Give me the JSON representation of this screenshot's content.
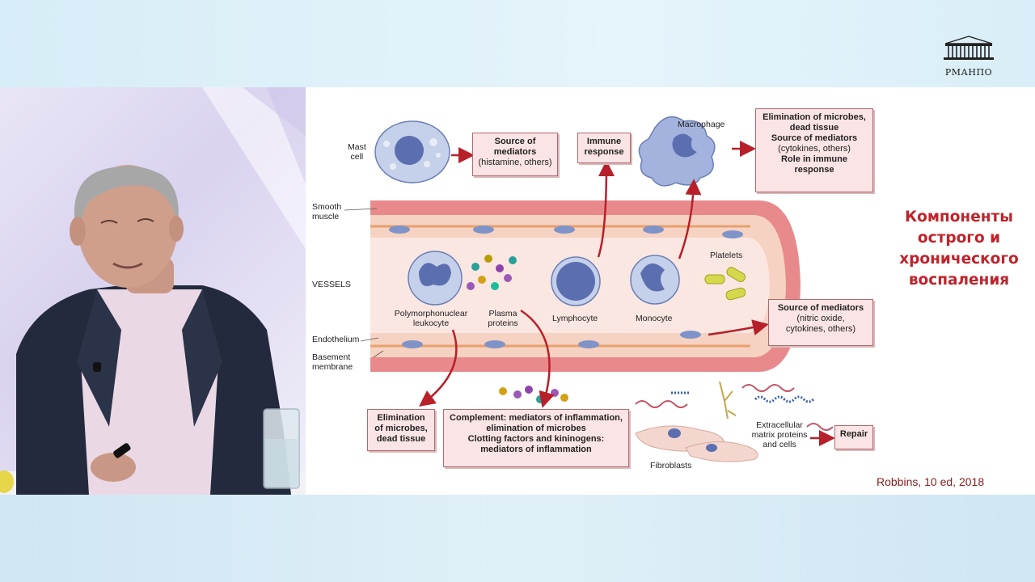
{
  "logo": {
    "text": "РМАНПО"
  },
  "slide": {
    "title_lines": [
      "Компоненты",
      "острого и",
      "хронического",
      "воспаления"
    ],
    "citation": "Robbins, 10 ed, 2018",
    "diagram": {
      "labels": {
        "mast_cell": [
          "Mast",
          "cell"
        ],
        "smooth_muscle": [
          "Smooth",
          "muscle"
        ],
        "vessels": "VESSELS",
        "endothelium": "Endothelium",
        "basement_membrane": [
          "Basement",
          "membrane"
        ],
        "macrophage": "Macrophage",
        "platelets": "Platelets",
        "pmn": [
          "Polymorphonuclear",
          "leukocyte"
        ],
        "plasma_proteins": [
          "Plasma",
          "proteins"
        ],
        "lymphocyte": "Lymphocyte",
        "monocyte": "Monocyte",
        "fibroblasts": "Fibroblasts",
        "ecm": [
          "Extracellular",
          "matrix proteins",
          "and cells"
        ]
      },
      "boxes": {
        "mast_source_title": [
          "Source of",
          "mediators"
        ],
        "mast_source_detail": "(histamine, others)",
        "immune_response": [
          "Immune",
          "response"
        ],
        "macrophage_b1": [
          "Elimination of microbes,",
          "dead tissue"
        ],
        "macrophage_b2": "Source of mediators",
        "macrophage_b2_detail": "(cytokines, others)",
        "macrophage_b3": [
          "Role in immune",
          "response"
        ],
        "platelet_source_title": "Source of mediators",
        "platelet_source_detail": [
          "(nitric oxide,",
          "cytokines, others)"
        ],
        "pmn_elimination": [
          "Elimination",
          "of microbes,",
          "dead tissue"
        ],
        "complement": [
          "Complement: mediators of inflammation,",
          "elimination of microbes",
          "Clotting factors and kininogens:",
          "mediators of inflammation"
        ],
        "repair": "Repair"
      }
    }
  },
  "colors": {
    "title": "#c0232b",
    "citation": "#8a1c1c",
    "arrow": "#b7202a",
    "box_fill": "#fbe4e5",
    "vessel_wall": "#e88a8c"
  }
}
